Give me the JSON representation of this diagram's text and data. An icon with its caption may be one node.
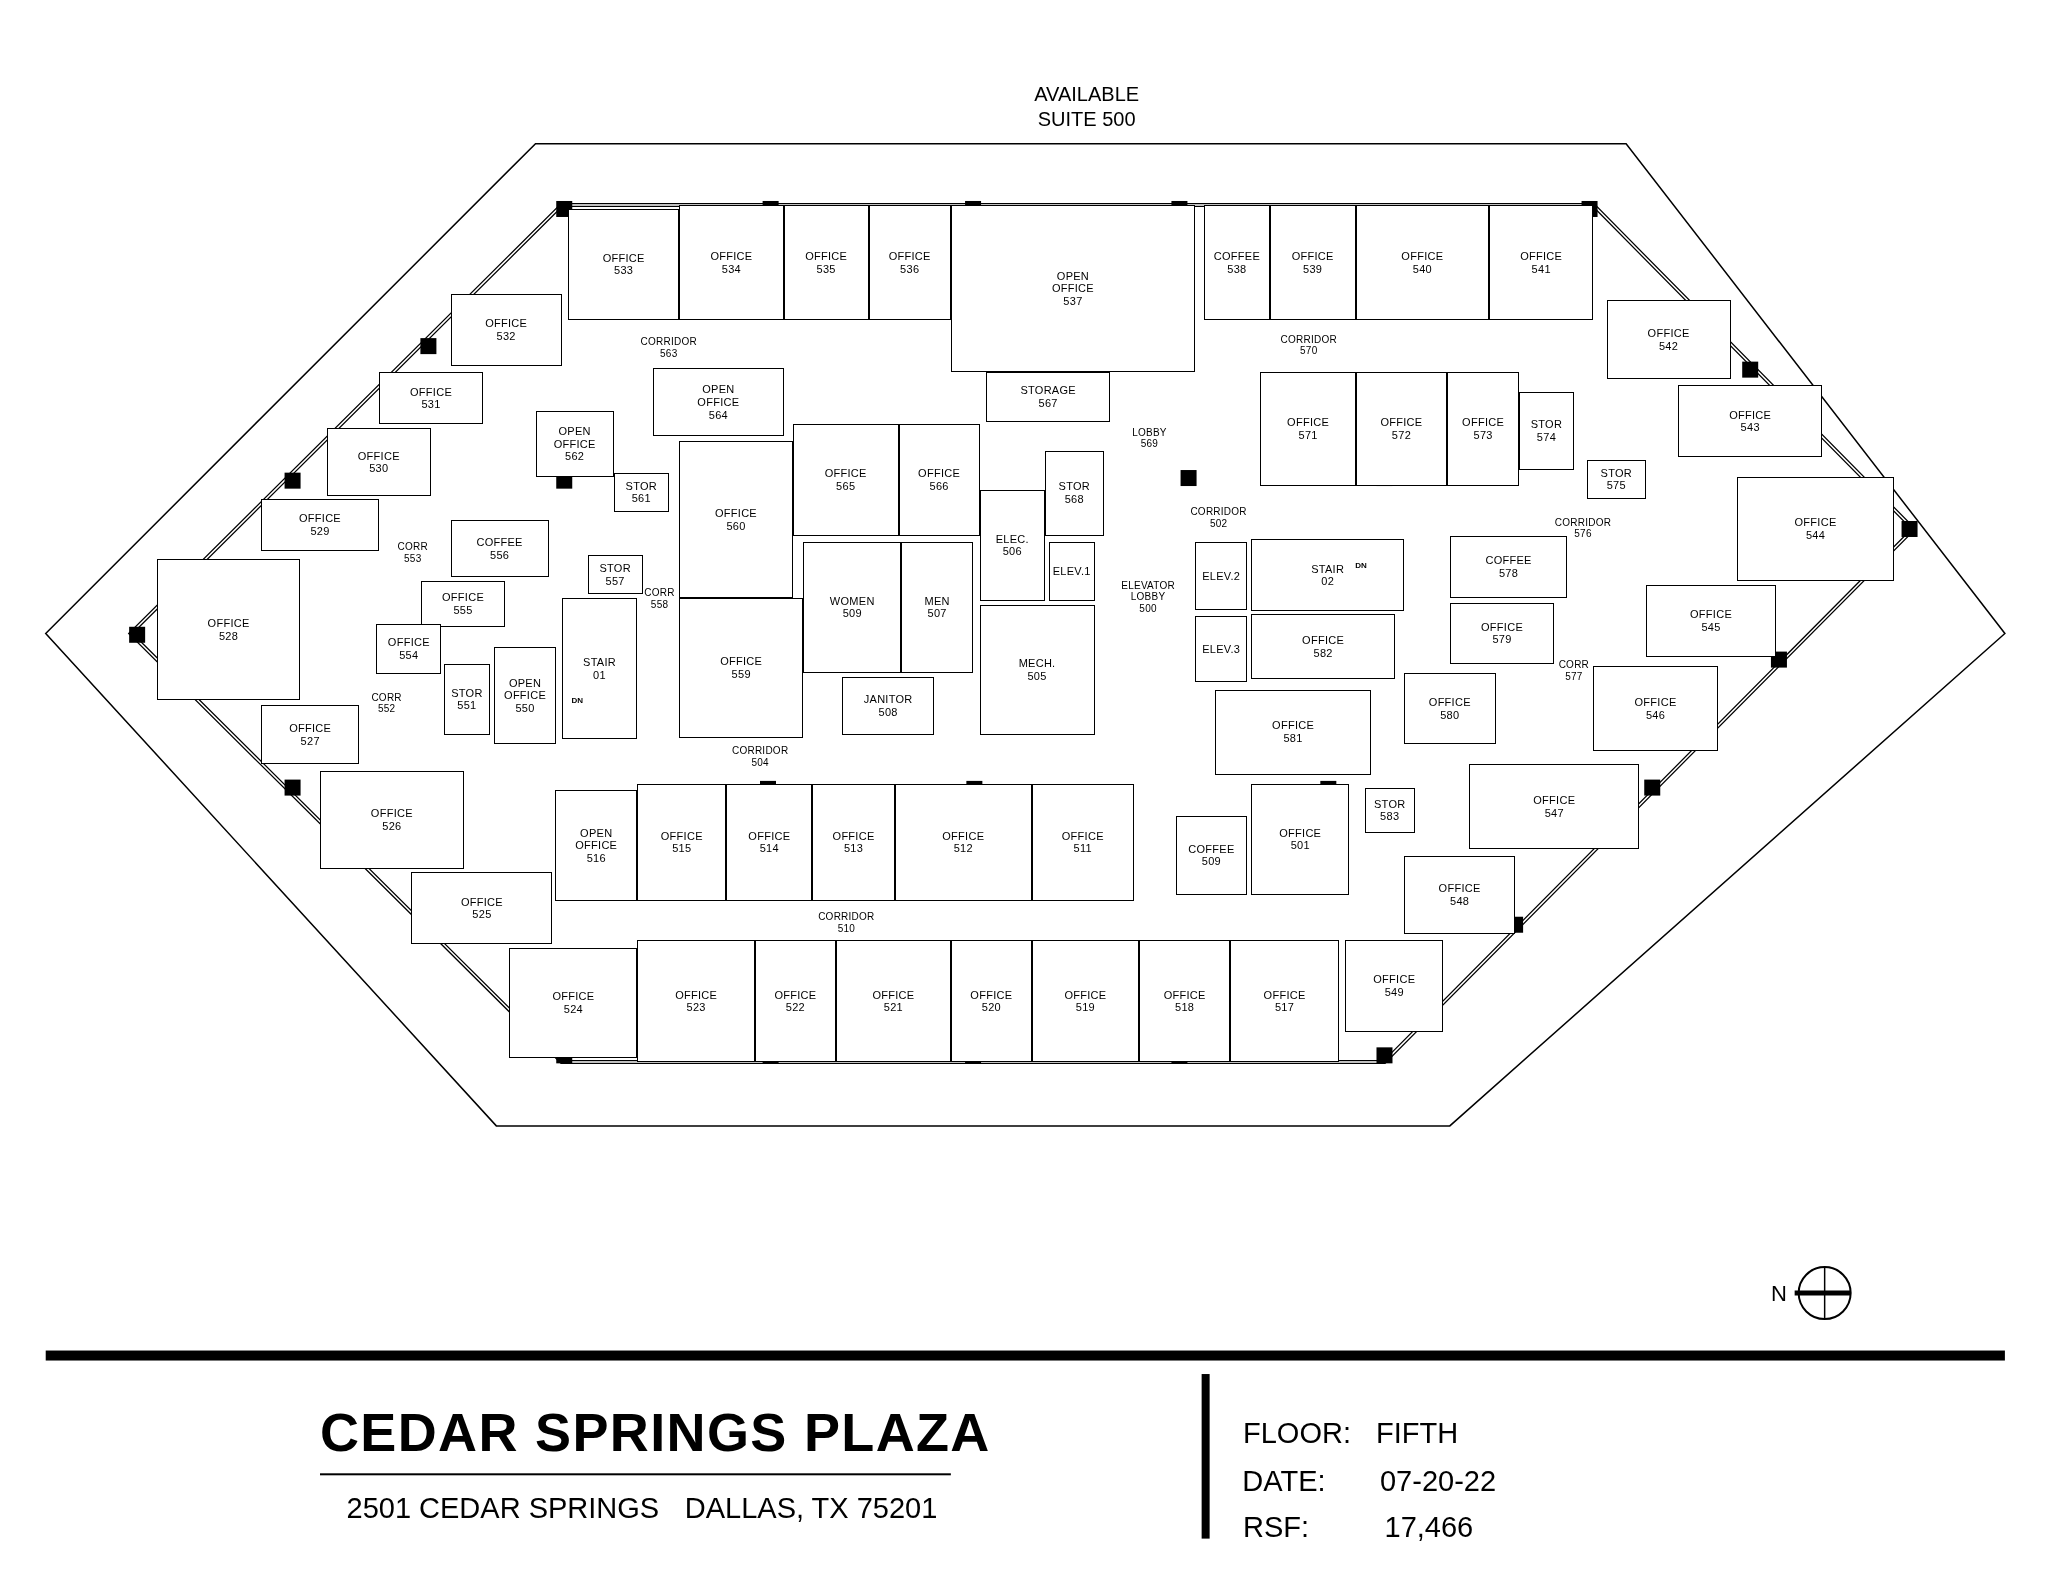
{
  "diagram": {
    "title": "CEDAR SPRINGS PLAZA",
    "nodes": [
      {
        "text": [
          "OFFICE",
          "533"
        ]
      },
      {
        "text": [
          "OFFICE",
          "534"
        ]
      },
      {
        "text": [
          "OFFICE",
          "535"
        ]
      },
      {
        "text": [
          "OFFICE",
          "536"
        ]
      },
      {
        "text": [
          "OPEN OFFICE",
          "537"
        ]
      },
      {
        "text": [
          "COFFEE",
          "538"
        ]
      },
      {
        "text": [
          "OFFICE",
          "539"
        ]
      },
      {
        "text": [
          "OFFICE",
          "540"
        ]
      },
      {
        "text": [
          "OFFICE",
          "541"
        ]
      },
      {
        "text": [
          "OFFICE",
          "532"
        ]
      },
      {
        "text": [
          "OFFICE",
          "542"
        ]
      },
      {
        "text": [
          "OFFICE",
          "531"
        ]
      },
      {
        "text": [
          "OPEN OFFICE",
          "564"
        ]
      },
      {
        "text": [
          "STORAGE",
          "567"
        ]
      },
      {
        "text": [
          "OFFICE",
          "571"
        ]
      },
      {
        "text": [
          "OFFICE",
          "572"
        ]
      },
      {
        "text": [
          "OFFICE",
          "573"
        ]
      },
      {
        "text": [
          "STOR",
          "574"
        ]
      },
      {
        "text": [
          "OFFICE",
          "543"
        ]
      },
      {
        "text": [
          "OFFICE",
          "530"
        ]
      },
      {
        "text": [
          "OPEN OFFICE",
          "562"
        ]
      },
      {
        "text": [
          "OFFICE",
          "565"
        ]
      },
      {
        "text": [
          "OFFICE",
          "566"
        ]
      },
      {
        "text": [
          "STOR",
          "575"
        ]
      },
      {
        "text": [
          "STOR",
          "561"
        ]
      },
      {
        "text": [
          "OFFICE",
          "560"
        ]
      },
      {
        "text": [
          "STOR",
          "568"
        ]
      },
      {
        "text": [
          "ELEC.",
          "506"
        ]
      },
      {
        "text": [
          "OFFICE",
          "544"
        ]
      },
      {
        "text": [
          "OFFICE",
          "529"
        ]
      },
      {
        "text": [
          "COFFEE",
          "556"
        ]
      },
      {
        "text": [
          "STOR",
          "557"
        ]
      },
      {
        "text": [
          "ELEV.1"
        ]
      },
      {
        "text": [
          "ELEV.2"
        ]
      },
      {
        "text": [
          "STAIR",
          "02"
        ]
      },
      {
        "text": [
          "COFFEE",
          "578"
        ]
      },
      {
        "text": [
          "WOMEN",
          "509"
        ]
      },
      {
        "text": [
          "MEN",
          "507"
        ]
      },
      {
        "text": [
          "OFFICE",
          "528"
        ]
      },
      {
        "text": [
          "OFFICE",
          "555"
        ]
      },
      {
        "text": [
          "OFFICE",
          "545"
        ]
      },
      {
        "text": [
          "STAIR",
          "01"
        ]
      },
      {
        "text": [
          "OFFICE",
          "559"
        ]
      },
      {
        "text": [
          "MECH.",
          "505"
        ]
      },
      {
        "text": [
          "ELEV.3"
        ]
      },
      {
        "text": [
          "OFFICE",
          "582"
        ]
      },
      {
        "text": [
          "OFFICE",
          "579"
        ]
      },
      {
        "text": [
          "OFFICE",
          "554"
        ]
      },
      {
        "text": [
          "OPEN OFFICE",
          "550"
        ]
      },
      {
        "text": [
          "STOR",
          "551"
        ]
      },
      {
        "text": [
          "OFFICE",
          "546"
        ]
      },
      {
        "text": [
          "JANITOR",
          "508"
        ]
      },
      {
        "text": [
          "OFFICE",
          "580"
        ]
      },
      {
        "text": [
          "OFFICE",
          "527"
        ]
      },
      {
        "text": [
          "OFFICE",
          "581"
        ]
      },
      {
        "text": [
          "OFFICE",
          "547"
        ]
      },
      {
        "text": [
          "OFFICE",
          "526"
        ]
      },
      {
        "text": [
          "OPEN OFFICE",
          "516"
        ]
      },
      {
        "text": [
          "OFFICE",
          "515"
        ]
      },
      {
        "text": [
          "OFFICE",
          "514"
        ]
      },
      {
        "text": [
          "OFFICE",
          "513"
        ]
      },
      {
        "text": [
          "OFFICE",
          "512"
        ]
      },
      {
        "text": [
          "OFFICE",
          "511"
        ]
      },
      {
        "text": [
          "OFFICE",
          "501"
        ]
      },
      {
        "text": [
          "STOR",
          "583"
        ]
      },
      {
        "text": [
          "COFFEE",
          "509"
        ]
      },
      {
        "text": [
          "OFFICE",
          "548"
        ]
      },
      {
        "text": [
          "OFFICE",
          "525"
        ]
      },
      {
        "text": [
          "OFFICE",
          "549"
        ]
      },
      {
        "text": [
          "OFFICE",
          "524"
        ]
      },
      {
        "text": [
          "OFFICE",
          "523"
        ]
      },
      {
        "text": [
          "OFFICE",
          "522"
        ]
      },
      {
        "text": [
          "OFFICE",
          "521"
        ]
      },
      {
        "text": [
          "OFFICE",
          "520"
        ]
      },
      {
        "text": [
          "OFFICE",
          "519"
        ]
      },
      {
        "text": [
          "OFFICE",
          "518"
        ]
      },
      {
        "text": [
          "OFFICE",
          "517"
        ]
      }
    ],
    "labels": [
      "AVAILABLE SUITE 500",
      "CORRIDOR 563",
      "CORRIDOR 570",
      "LOBBY 569",
      "CORRIDOR 502",
      "ELEVATOR LOBBY 500",
      "CORRIDOR 576",
      "CORR 553",
      "CORR 558",
      "CORR 552",
      "CORR 577",
      "CORRIDOR 504",
      "CORRIDOR 510",
      "DN",
      "DN",
      "N",
      "2501 CEDAR SPRINGS",
      "DALLAS, TX 75201",
      "FLOOR:",
      "FIFTH",
      "DATE:",
      "07-20-22",
      "RSF:",
      "17,466"
    ]
  }
}
